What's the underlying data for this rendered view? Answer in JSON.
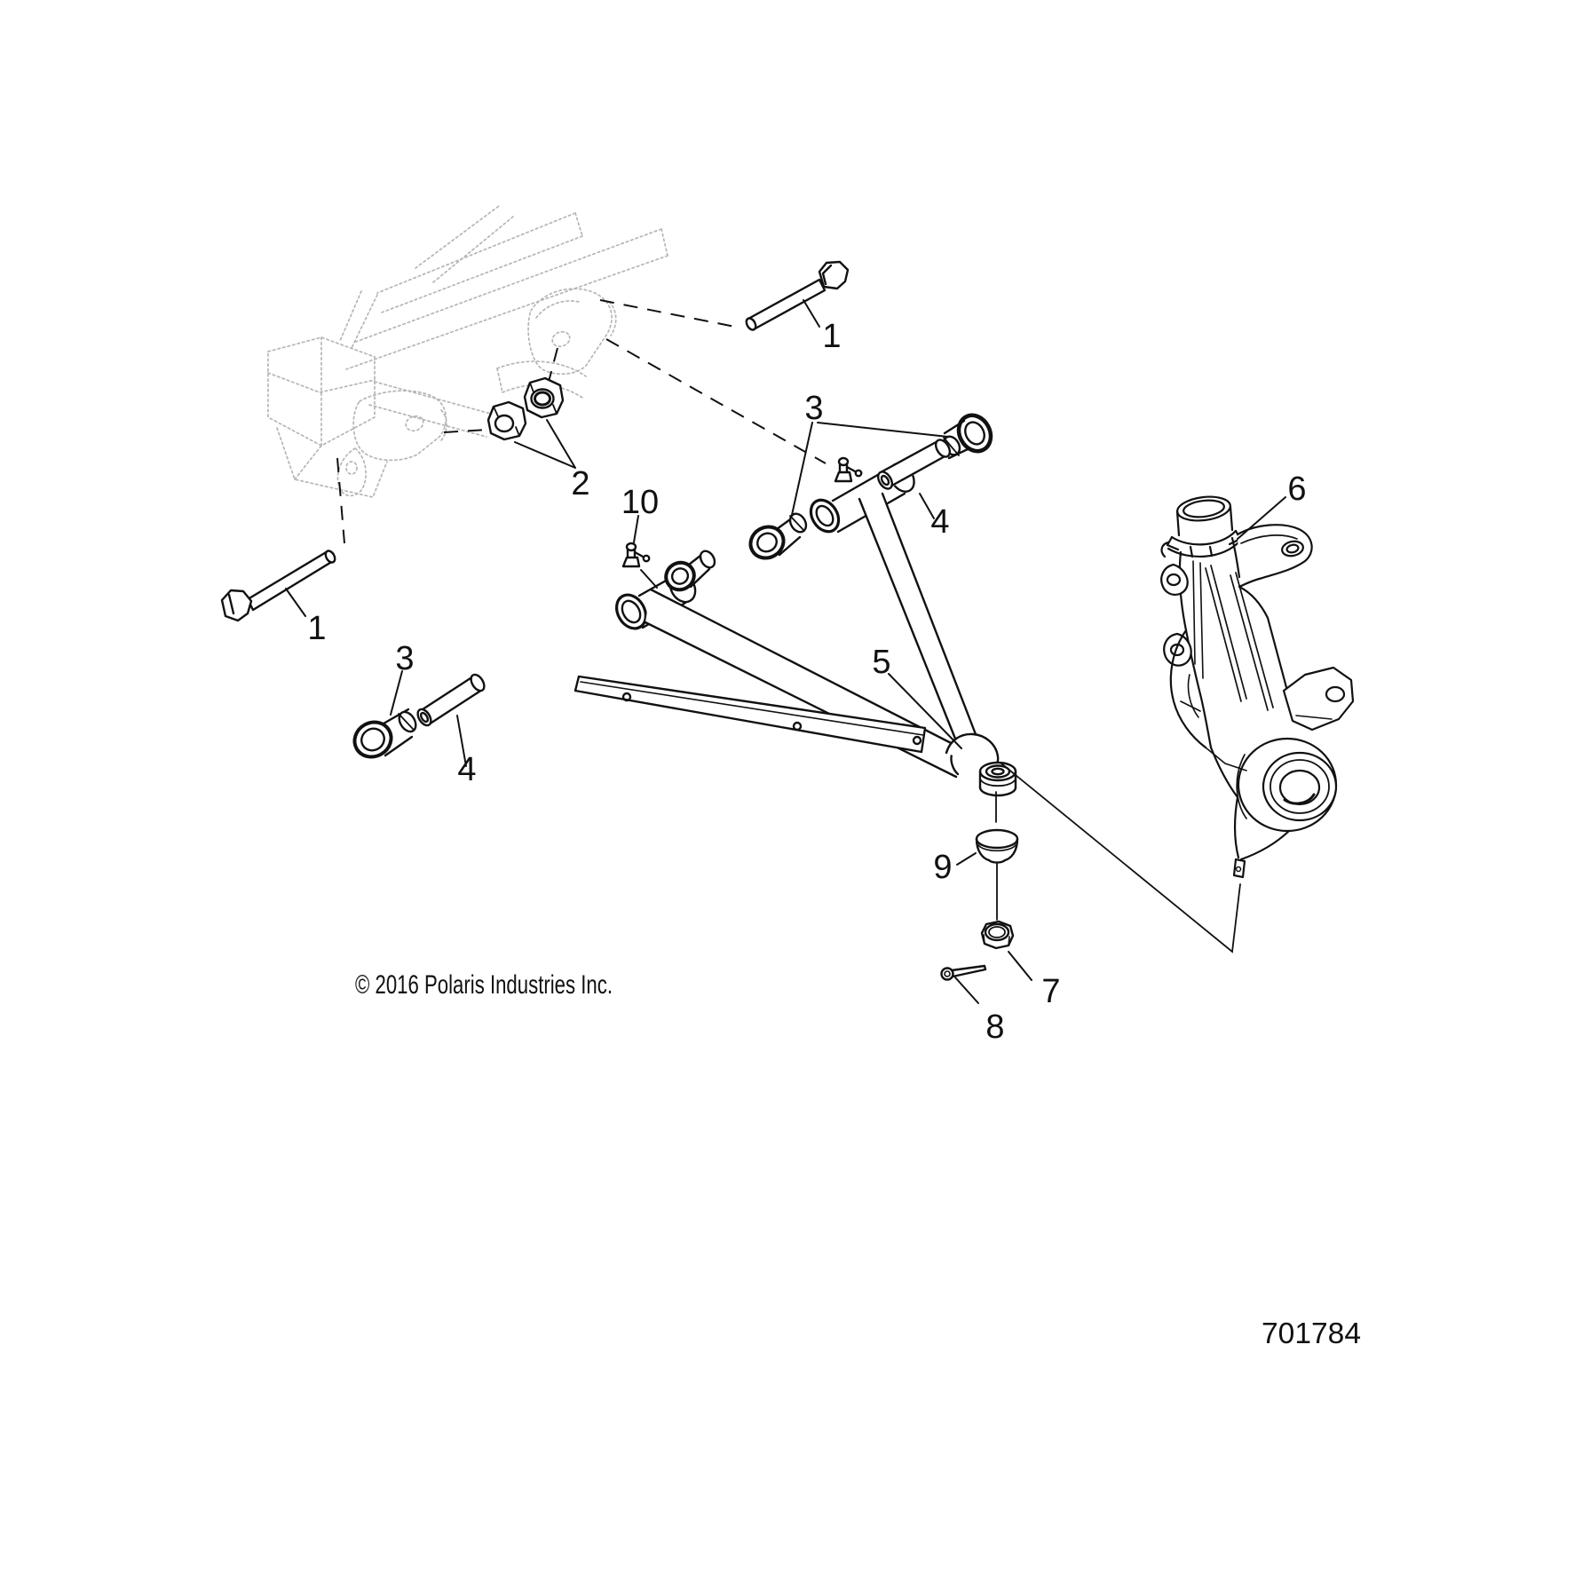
{
  "diagram": {
    "title_hidden": "",
    "copyright": "© 2016 Polaris Industries Inc.",
    "part_number": "701784",
    "colors": {
      "line": "#111111",
      "ghost_frame": "#b6b6b6",
      "background": "#ffffff"
    },
    "callouts": [
      {
        "id": "bolt-top",
        "label": "1"
      },
      {
        "id": "bolt-left",
        "label": "1"
      },
      {
        "id": "flange-nuts",
        "label": "2"
      },
      {
        "id": "bushings-rear-pivot",
        "label": "3"
      },
      {
        "id": "bushing-left",
        "label": "3"
      },
      {
        "id": "sleeve-tube-right",
        "label": "4"
      },
      {
        "id": "sleeve-tube-left",
        "label": "4"
      },
      {
        "id": "control-arm",
        "label": "5"
      },
      {
        "id": "steering-knuckle",
        "label": "6"
      },
      {
        "id": "ball-joint-nut",
        "label": "7"
      },
      {
        "id": "cotter-pin",
        "label": "8"
      },
      {
        "id": "ball-joint-cap",
        "label": "9"
      },
      {
        "id": "grease-fitting",
        "label": "10"
      }
    ]
  }
}
